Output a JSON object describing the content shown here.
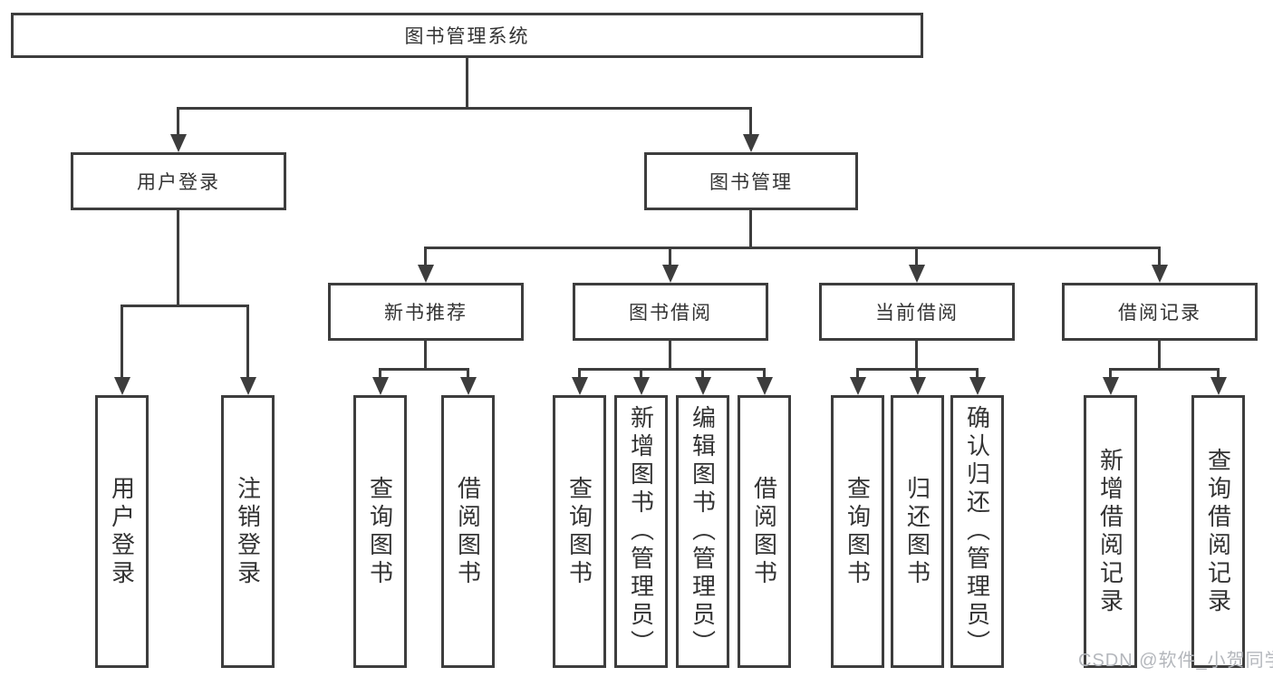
{
  "tree": {
    "root": {
      "label": "图书管理系统"
    },
    "children": [
      {
        "label": "用户登录",
        "children": [
          {
            "label": "用户登录"
          },
          {
            "label": "注销登录"
          }
        ]
      },
      {
        "label": "图书管理",
        "children": [
          {
            "label": "新书推荐",
            "children": [
              {
                "label": "查询图书"
              },
              {
                "label": "借阅图书"
              }
            ]
          },
          {
            "label": "图书借阅",
            "children": [
              {
                "label": "查询图书"
              },
              {
                "label": "新增图书（管理员）"
              },
              {
                "label": "编辑图书（管理员）"
              },
              {
                "label": "借阅图书"
              }
            ]
          },
          {
            "label": "当前借阅",
            "children": [
              {
                "label": "查询图书"
              },
              {
                "label": "归还图书"
              },
              {
                "label": "确认归还（管理员）"
              }
            ]
          },
          {
            "label": "借阅记录",
            "children": [
              {
                "label": "新增借阅记录"
              },
              {
                "label": "查询借阅记录"
              }
            ]
          }
        ]
      }
    ]
  },
  "watermark": "CSDN @软件_小贺同学",
  "colors": {
    "line": "#3d3d3d",
    "text": "#333333",
    "watermark": "#b4b7bc",
    "background": "#ffffff"
  }
}
